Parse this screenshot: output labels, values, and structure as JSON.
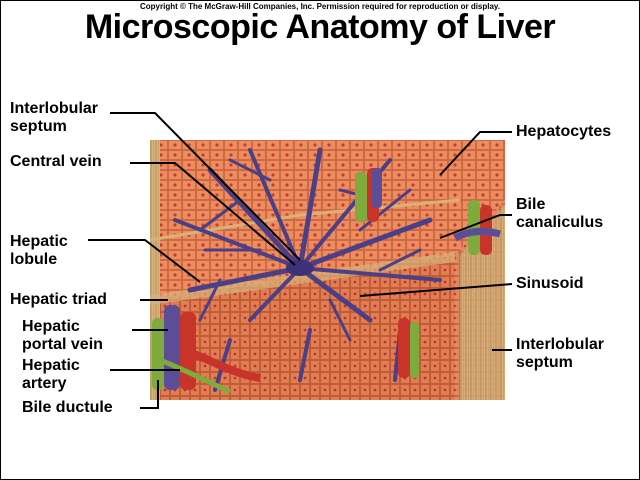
{
  "header": {
    "copyright": "Copyright © The McGraw-Hill Companies, Inc. Permission required for reproduction or display.",
    "title": "Microscopic Anatomy of Liver"
  },
  "labels": {
    "interlobular_septum_left_1": "Interlobular",
    "interlobular_septum_left_2": "septum",
    "central_vein": "Central vein",
    "hepatic_lobule_1": "Hepatic",
    "hepatic_lobule_2": "lobule",
    "hepatic_triad": "Hepatic triad",
    "hepatic_portal_vein_1": "Hepatic",
    "hepatic_portal_vein_2": "portal vein",
    "hepatic_artery_1": "Hepatic",
    "hepatic_artery_2": "artery",
    "bile_ductule": "Bile ductule",
    "hepatocytes": "Hepatocytes",
    "bile_canaliculus_1": "Bile",
    "bile_canaliculus_2": "canaliculus",
    "sinusoid": "Sinusoid",
    "interlobular_septum_right_1": "Interlobular",
    "interlobular_septum_right_2": "septum"
  },
  "colors": {
    "tissue": "#e98a5c",
    "tissue_dark": "#c65a38",
    "sinusoid": "#4b3f87",
    "vein_red": "#c9342a",
    "bile_green": "#7faa3c",
    "septum": "#c9a46a"
  }
}
